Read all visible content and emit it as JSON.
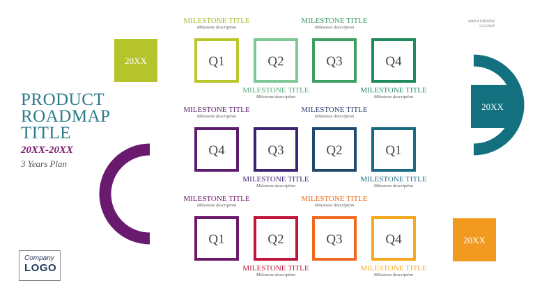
{
  "title": {
    "line1": "PRODUCT",
    "line2": "ROADMAP",
    "line3": "TITLE"
  },
  "years_range": "20XX-20XX",
  "plan_label": "3 Years Plan",
  "footer": {
    "line1": "ADD A FOOTER",
    "line2": "5/11/2019"
  },
  "logo": {
    "line1": "Company",
    "line2": "LOGO"
  },
  "year_markers": [
    {
      "label": "20XX",
      "color": "#b5c42a"
    },
    {
      "label": "20XX",
      "color": "#12707f"
    },
    {
      "label": "20XX",
      "color": "#f29a1f"
    }
  ],
  "rows": [
    {
      "quarters": [
        {
          "label": "Q1",
          "color": "#b9c62d"
        },
        {
          "label": "Q2",
          "color": "#80c796"
        },
        {
          "label": "Q3",
          "color": "#3f9f63"
        },
        {
          "label": "Q4",
          "color": "#1f8a5c"
        }
      ],
      "milestones": [
        {
          "title": "MILESTONE TITLE",
          "desc": "Milestone description",
          "color": "#a6b82a"
        },
        {
          "title": "MILESTONE TITLE",
          "desc": "Milestone description",
          "color": "#55a87a"
        },
        {
          "title": "MILESTONE TITLE",
          "desc": "Milestone description",
          "color": "#3d9a6a"
        },
        {
          "title": "MILESTONE TITLE",
          "desc": "Milestone description",
          "color": "#1f8a6c"
        }
      ]
    },
    {
      "quarters": [
        {
          "label": "Q4",
          "color": "#5e1e6e"
        },
        {
          "label": "Q3",
          "color": "#3e2470"
        },
        {
          "label": "Q2",
          "color": "#1f4a6e"
        },
        {
          "label": "Q1",
          "color": "#1a6a84"
        }
      ],
      "milestones": [
        {
          "title": "MILESTONE TITLE",
          "desc": "Milestone description",
          "color": "#5a1a6a"
        },
        {
          "title": "MILESTONE TITLE",
          "desc": "Milestone description",
          "color": "#3e2470"
        },
        {
          "title": "MILESTONE TITLE",
          "desc": "Milestone description",
          "color": "#2a3e70"
        },
        {
          "title": "MILESTONE TITLE",
          "desc": "Milestone description",
          "color": "#1a6a84"
        }
      ]
    },
    {
      "quarters": [
        {
          "label": "Q1",
          "color": "#6e1a6a"
        },
        {
          "label": "Q2",
          "color": "#c0163e"
        },
        {
          "label": "Q3",
          "color": "#ef6a1f"
        },
        {
          "label": "Q4",
          "color": "#f7a81f"
        }
      ],
      "milestones": [
        {
          "title": "MILESTONE TITLE",
          "desc": "Milestone description",
          "color": "#6e1a6a"
        },
        {
          "title": "MILESTONE TITLE",
          "desc": "Milestone description",
          "color": "#c0163e"
        },
        {
          "title": "MILESTONE TITLE",
          "desc": "Milestone description",
          "color": "#ef6a1f"
        },
        {
          "title": "MILESTONE TITLE",
          "desc": "Milestone description",
          "color": "#f7a81f"
        }
      ]
    }
  ]
}
